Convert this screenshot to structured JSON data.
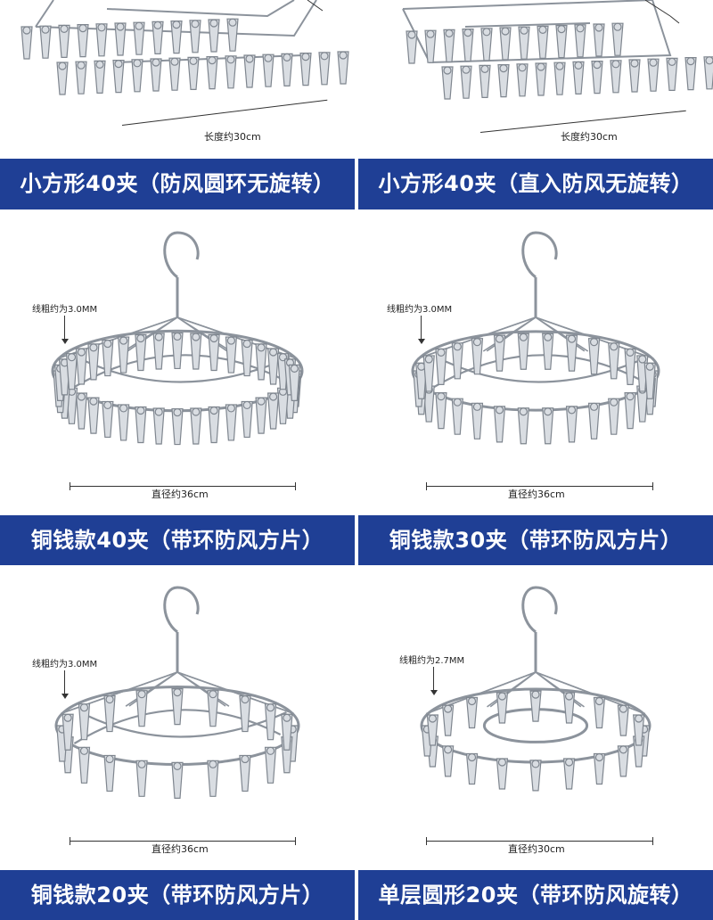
{
  "products": [
    {
      "title": "小方形40夹（防风圆环无旋转）",
      "dimension": "长度约30cm",
      "wire": ""
    },
    {
      "title": "小方形40夹（直入防风无旋转）",
      "dimension": "长度约30cm",
      "wire": ""
    },
    {
      "title": "铜钱款40夹（带环防风方片）",
      "dimension": "直径约36cm",
      "wire": "线粗约为3.0MM"
    },
    {
      "title": "铜钱款30夹（带环防风方片）",
      "dimension": "直径约36cm",
      "wire": "线粗约为3.0MM"
    },
    {
      "title": "铜钱款20夹（带环防风方片）",
      "dimension": "直径约36cm",
      "wire": "线粗约为3.0MM"
    },
    {
      "title": "单层圆形20夹（带环防风旋转）",
      "dimension": "直径约30cm",
      "wire": "线粗约为2.7MM"
    }
  ],
  "colors": {
    "banner": "#1f3f95",
    "banner_text": "#ffffff",
    "metal": "#9aa0a8"
  }
}
